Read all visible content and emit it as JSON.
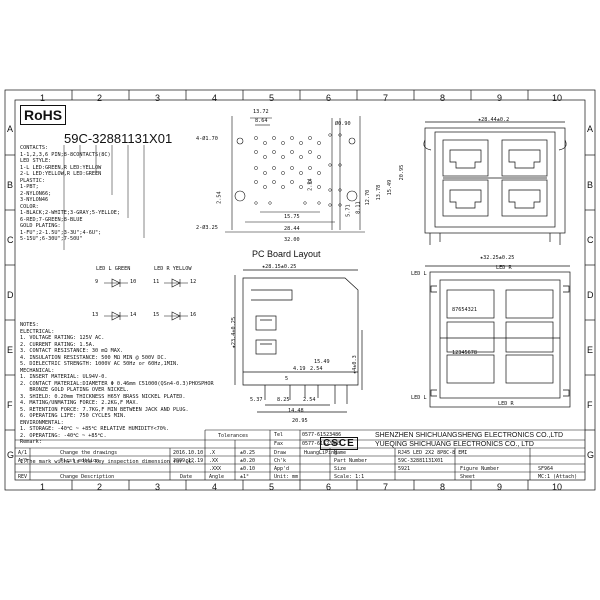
{
  "border": {
    "columns": [
      "1",
      "2",
      "3",
      "4",
      "5",
      "6",
      "7",
      "8",
      "9",
      "10"
    ],
    "rows": [
      "A",
      "B",
      "C",
      "D",
      "E",
      "F",
      "G"
    ]
  },
  "rohs": "RoHS",
  "part_code": "59C-32881131X01",
  "option_lines": [
    "CONTACTS:",
    "1-1,2,3,6 PIN;8-8CONTACTS(8C)",
    "LED STYLE:",
    "1-L LED:GREEN,R LED:YELLOW",
    "2-L LED:YELLOW,R LED:GREEN",
    "PLASTIC:",
    "1-PBT;",
    "2-NYLON66;",
    "3-NYLON46",
    "COLOR:",
    "1-BLACK;2-WHITE;3-GRAY;5-YELLOE;",
    "6-RED;7-GREEN;8-BLUE",
    "GOLD PLATING:",
    "1-FU\";2-1.5U\";3-3U\";4-6U\";",
    "5-15U\";6-30U\";7-50U\""
  ],
  "pcb_title": "PC Board Layout",
  "leds_left": [
    {
      "title": "LED L GREEN",
      "a": "9",
      "b": "10"
    },
    {
      "title": "",
      "a": "13",
      "b": "14"
    }
  ],
  "leds_right": [
    {
      "title": "LED R YELLOW",
      "a": "11",
      "b": "12"
    },
    {
      "title": "",
      "a": "15",
      "b": "16"
    }
  ],
  "notes": [
    "NOTES:",
    "ELECTRICAL:",
    "1. VOLTAGE RATING: 125V AC.",
    "2. CURRENT RATING: 1.5A.",
    "3. CONTACT RESISTANCE: 30 mΩ MAX.",
    "4. INSULATION RESISTANCE: 500 MΩ MIN @ 500V DC.",
    "5. DIELECTRIC STRENGTH: 1000V AC 50Hz or 60Hz,1MIN.",
    "MECHANICAL:",
    "1. INSERT MATERIAL: UL94V-0.",
    "2. CONTACT MATERIAL:DIAMETER Φ 0.46mm C51000(QSn4-0.3)PHOSPHOR",
    "   BRONZE GOLD PLATING OVER NICKEL.",
    "3. SHIELD: 0.20mm THICKNESS H65Y BRASS NICKEL PLATED.",
    "4. MATING/UNMATING FORCE: 2.2KG,F MAX.",
    "5. RETENTION FORCE: 7.7KG,F MIN BETWEEN JACK AND PLUG.",
    "6. OPERATING LIFE: 750 CYCLES MIN.",
    "ENVIRONMENTAL:",
    "1. STORAGE: -40℃ ~ +85℃ RELATIVE HUMIDITY<70%.",
    "2. OPERATING: -40℃ ~ +85℃.",
    "Remark:",
    "1.The mark with★ is the key inspection dimension for QC."
  ],
  "dims": {
    "top_1372": "13.72",
    "top_864": "8.64",
    "hole_170": "4-Ø1.70",
    "hole_090": "Ø0.90",
    "hole_325": "2-Ø3.25",
    "d254a": "2.54",
    "d254b": "2.54",
    "d1575": "15.75",
    "d2844": "28.44",
    "d3200": "32.00",
    "d2095": "20.95",
    "d1549v": "15.49",
    "d1378": "13.78",
    "d1270": "12.70",
    "d811": "8.11",
    "d571": "5.71",
    "front_top": "★28.44±0.2",
    "side_top": "★28.15±0.25",
    "side_h": "★23.4±0.25",
    "side_1549": "15.49",
    "side_419": "4.19",
    "side_254": "2.54",
    "side_5": "5",
    "side_537": "5.37",
    "side_825": "8.25",
    "side_254b": "2.54",
    "side_1448": "14.48",
    "side_2095": "20.95",
    "side_4": "★4±0.3",
    "bottom_top": "★32.25±0.25",
    "led_l": "LED L",
    "led_r": "LED R",
    "led_l2": "LED L",
    "led_r2": "LED R",
    "pins_top": "87654321",
    "pins_bot": "12345678"
  },
  "title_block": {
    "tolerances": "Tolerances",
    "tel_label": "Tel",
    "tel": "0577-61523486",
    "fax_label": "Fax",
    "fax": "0577-61523485",
    "company_cn": "SHENZHEN SHICHUANGSHENG ELECTRONICS CO.,LTD",
    "company_en": "YUEQING SHICHUANG ELECTRONICS CO., LTD",
    "draw_label": "Draw",
    "draw_by": "HuangLiPing",
    "name_label": "Name",
    "name_val": "RJ45 LED 2X2 8P8C-8 EMI",
    "chk_label": "Ch'k",
    "part_label": "Part Number",
    "part_val": "59C-32881131X01",
    "app_label": "App'd",
    "size_label": "Size",
    "size_val": "5921",
    "fig_label": "Figure Number",
    "fig_val": "SF964",
    "tol_rows": [
      {
        "a": ".X",
        "b": "±0.25"
      },
      {
        "a": ".XX",
        "b": "±0.20"
      },
      {
        "a": ".XXX",
        "b": "±0.10"
      }
    ],
    "angle_label": "Angle",
    "angle_val": "±1°",
    "unit_label": "Unit: mm",
    "scale_label": "Scale: 1:1",
    "sheet_label": "Sheet",
    "mc_label": "MC:1 (Attach)",
    "rev_rows": [
      {
        "rev": "A/1",
        "desc": "Change the drawings",
        "date": "2016.10.10"
      },
      {
        "rev": "A/0",
        "desc": "First edition",
        "date": "2009.12.19"
      }
    ],
    "rev_head": {
      "rev": "REV",
      "desc": "Change Description",
      "date": "Date"
    }
  }
}
